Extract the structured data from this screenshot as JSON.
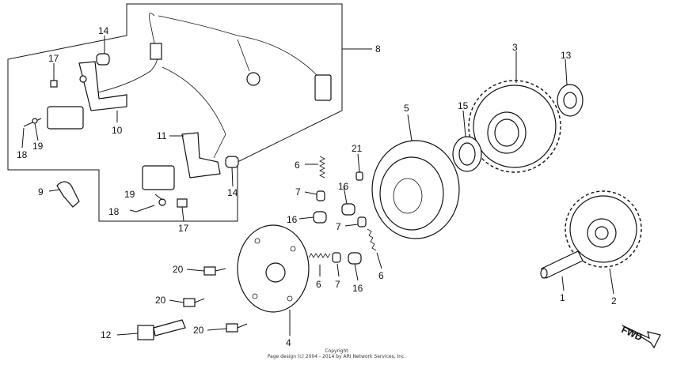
{
  "labels": {
    "l1": "1",
    "l2": "2",
    "l3": "3",
    "l4": "4",
    "l5": "5",
    "l6a": "6",
    "l6b": "6",
    "l6c": "6",
    "l7a": "7",
    "l7b": "7",
    "l7c": "7",
    "l8": "8",
    "l9": "9",
    "l10": "10",
    "l11": "11",
    "l12": "12",
    "l13": "13",
    "l14a": "14",
    "l14b": "14",
    "l15": "15",
    "l16a": "16",
    "l16b": "16",
    "l16c": "16",
    "l17a": "17",
    "l17b": "17",
    "l18a": "18",
    "l18b": "18",
    "l19a": "19",
    "l19b": "19",
    "l20a": "20",
    "l20b": "20",
    "l20c": "20",
    "l21": "21"
  },
  "fwd": "FWD",
  "copyright": {
    "line1": "Copyright",
    "line2": "Page design (c) 2004 - 2014 by ARI Network Services, Inc."
  }
}
